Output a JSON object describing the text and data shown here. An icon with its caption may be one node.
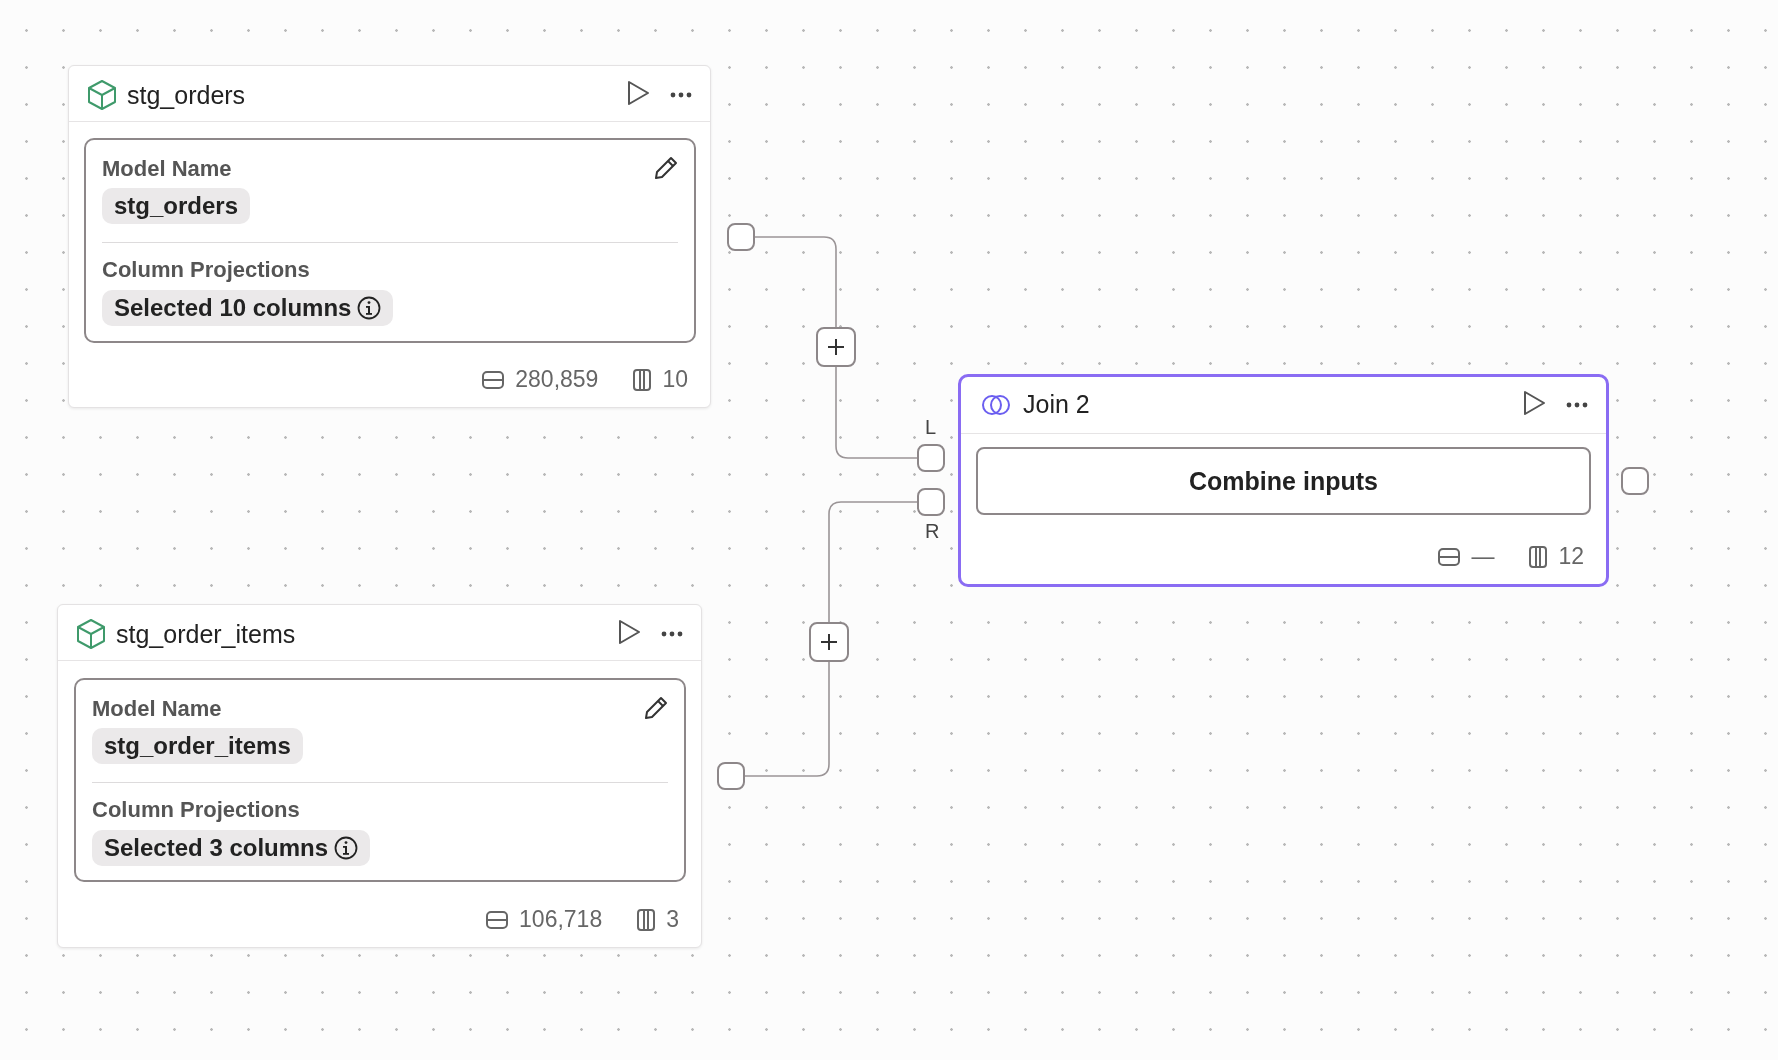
{
  "diagram": {
    "nodes": [
      {
        "text": [
          "stg_orders",
          "280,859",
          "10"
        ]
      },
      {
        "text": [
          "Model Name",
          "stg_orders",
          "Column Projections",
          "Selected 10 columns"
        ],
        "in": 0
      },
      {
        "text": [],
        "shape": "box"
      },
      {
        "text": [],
        "shape": "box"
      },
      {
        "text": [
          "stg_order_items",
          "106,718",
          "3"
        ]
      },
      {
        "text": [
          "Model Name",
          "stg_order_items",
          "Column Projections",
          "Selected 3 columns"
        ],
        "in": 4
      },
      {
        "text": [],
        "shape": "box"
      },
      {
        "text": [],
        "shape": "box"
      },
      {
        "text": [
          "Join 2",
          "—",
          "12"
        ]
      },
      {
        "text": [
          "Combine inputs"
        ],
        "in": 8
      },
      {
        "text": [],
        "shape": "box",
        "beside": [
          "L"
        ]
      },
      {
        "text": [],
        "shape": "box",
        "beside": [
          "R"
        ]
      },
      {
        "text": [],
        "shape": "box"
      }
    ],
    "edges": [
      {
        "from": 2,
        "to": 3,
        "arrow": "none"
      },
      {
        "from": 3,
        "to": 10,
        "arrow": "none"
      },
      {
        "from": 6,
        "to": 7,
        "arrow": "none"
      },
      {
        "from": 7,
        "to": 11,
        "arrow": "none"
      }
    ]
  }
}
